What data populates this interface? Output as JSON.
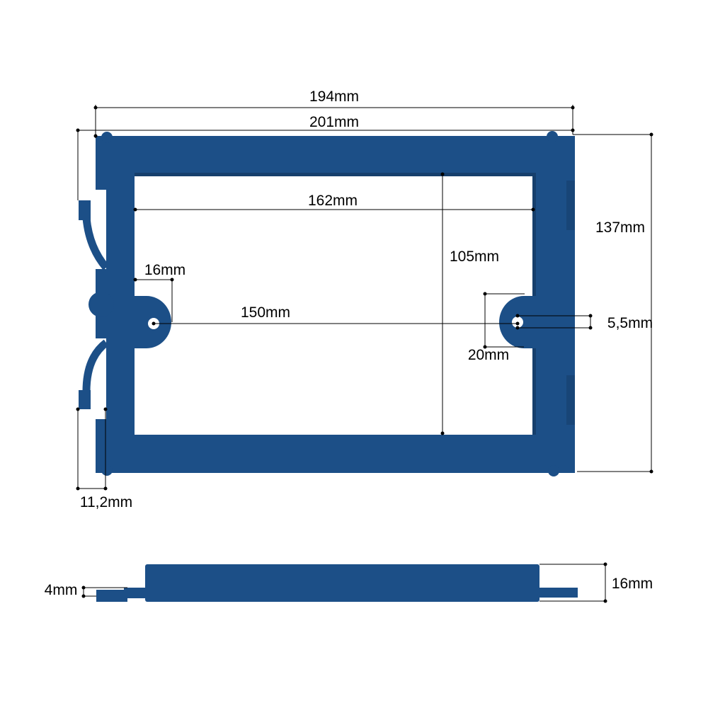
{
  "colors": {
    "part": "#1c4f87",
    "shadow": "#163f6c",
    "dimension": "#000000"
  },
  "top_view": {
    "dims": {
      "overall_inner_width": "194mm",
      "overall_width": "201mm",
      "opening_width": "162mm",
      "overall_height": "137mm",
      "opening_height": "105mm",
      "lug_depth": "16mm",
      "hole_spacing": "150mm",
      "hole_diameter": "5,5mm",
      "lug_height": "20mm",
      "clip_offset": "11,2mm"
    }
  },
  "side_view": {
    "dims": {
      "tab_thickness": "4mm",
      "frame_thickness": "16mm"
    }
  }
}
